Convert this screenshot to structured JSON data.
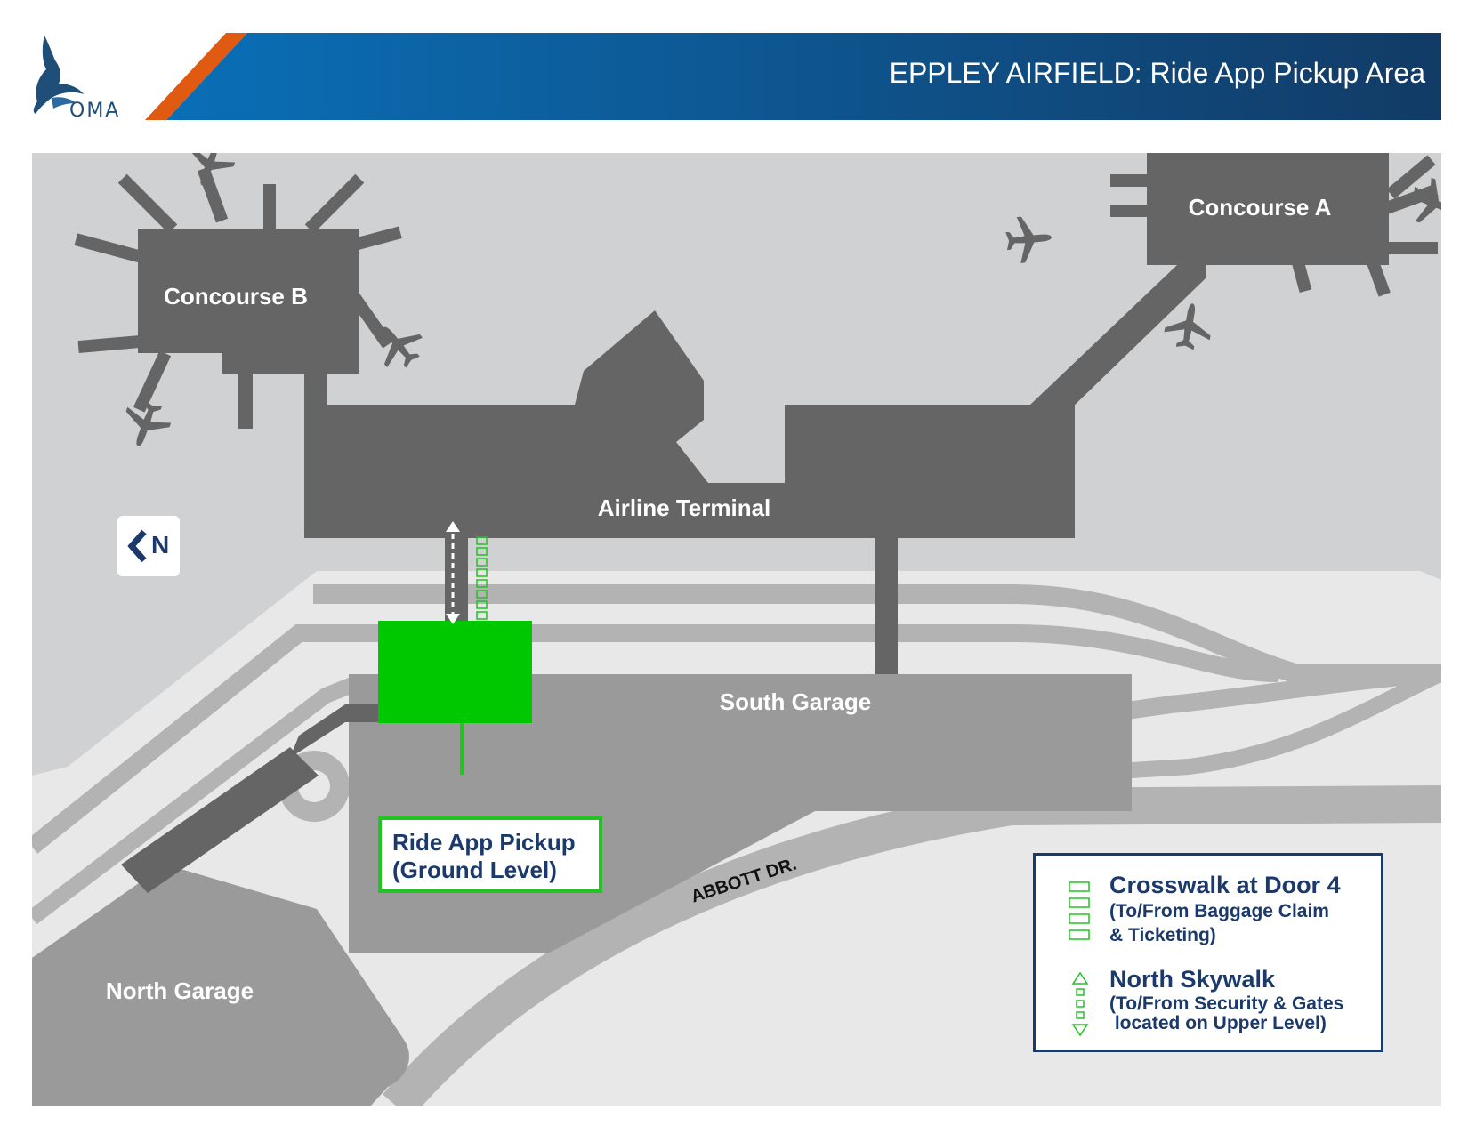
{
  "logo": {
    "text": "OMA",
    "icon": "bird-logo-icon"
  },
  "header": {
    "title": "EPPLEY AIRFIELD:  Ride App Pickup Area"
  },
  "compass": {
    "letter": "N",
    "icon": "chevron-left-icon"
  },
  "map_labels": {
    "concourse_b": "Concourse B",
    "concourse_a": "Concourse A",
    "airline_terminal": "Airline Terminal",
    "south_garage": "South Garage",
    "north_garage": "North Garage",
    "abbott_dr": "ABBOTT DR."
  },
  "pickup": {
    "line1": "Ride App Pickup",
    "line2": "(Ground Level)"
  },
  "legend": {
    "crosswalk": {
      "title": "Crosswalk at Door 4",
      "sub1": "(To/From Baggage Claim",
      "sub2": "& Ticketing)",
      "icon": "crosswalk-icon"
    },
    "skywalk": {
      "title": "North Skywalk",
      "sub1": "(To/From Security & Gates",
      "sub2": " located on Upper Level)",
      "icon": "skywalk-arrow-icon"
    }
  },
  "colors": {
    "navy": "#1b3a6b",
    "banner_start": "#0a6fb7",
    "banner_end": "#123b66",
    "orange_stripe": "#e05a12",
    "pickup_green": "#00c800",
    "building_dark": "#656565",
    "garage_gray": "#9a9a9a",
    "road_gray": "#b3b3b3",
    "airfield_gray": "#d0d1d3",
    "ground_light": "#e8e8e8"
  }
}
